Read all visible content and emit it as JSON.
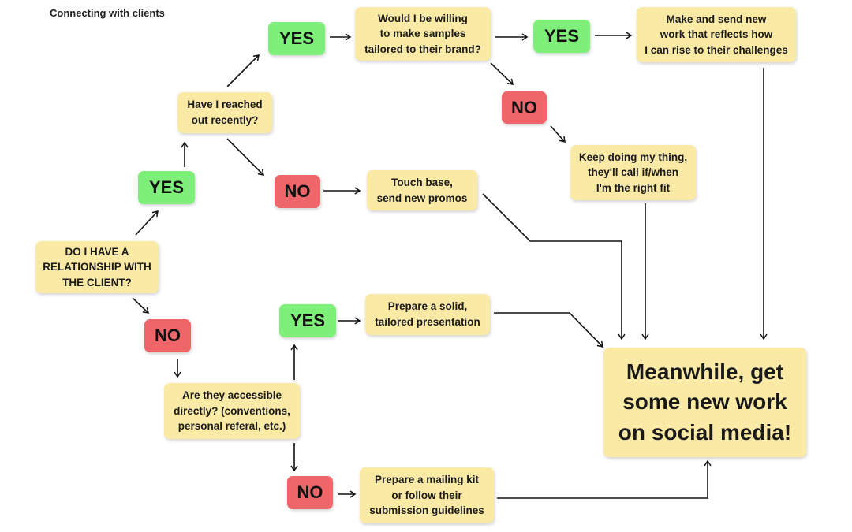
{
  "title": "Connecting with clients",
  "nodes": {
    "relationship": "DO I HAVE A\nRELATIONSHIP WITH\nTHE CLIENT?",
    "yes_relationship": "YES",
    "no_relationship": "NO",
    "reached_out": "Have I reached\nout recently?",
    "yes_reached": "YES",
    "no_reached": "NO",
    "samples": "Would I be willing\nto make samples\ntailored to their brand?",
    "yes_samples": "YES",
    "no_samples": "NO",
    "new_work": "Make and send new\nwork that reflects how\nI can rise to their challenges",
    "keep_doing": "Keep doing my thing,\nthey'll call if/when\nI'm the right fit",
    "touch_base": "Touch base,\nsend new promos",
    "accessible": "Are they accessible\ndirectly? (conventions,\npersonal referal, etc.)",
    "yes_accessible": "YES",
    "no_accessible": "NO",
    "presentation": "Prepare a solid,\ntailored presentation",
    "mailing_kit": "Prepare a mailing kit\nor follow their\nsubmission guidelines",
    "meanwhile": "Meanwhile, get\nsome new work\non social media!"
  },
  "colors": {
    "box": "#fbeaa6",
    "yes": "#7ef07a",
    "no": "#ee666a",
    "arrow": "#111111"
  }
}
